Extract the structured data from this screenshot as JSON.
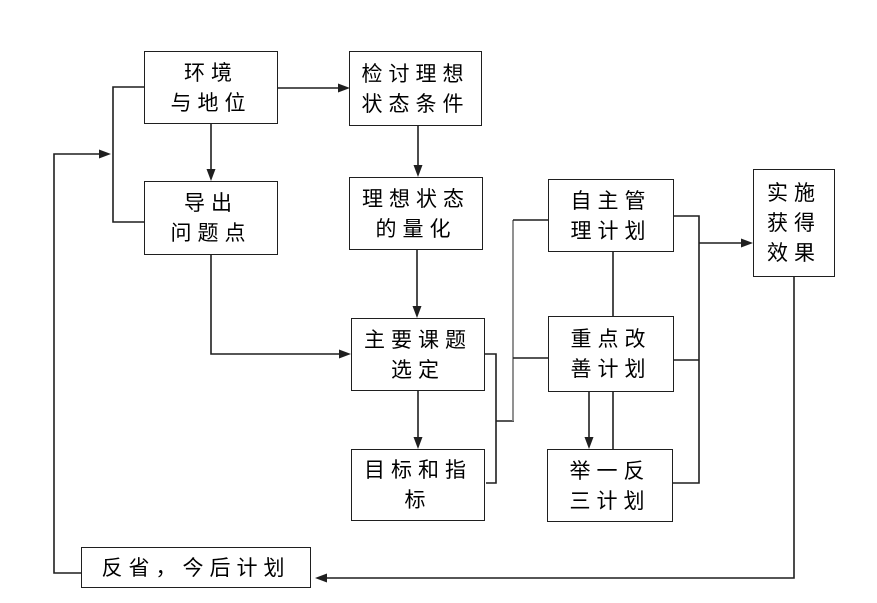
{
  "canvas": {
    "background": "#ffffff",
    "line_color": "#1f1f1f",
    "riser_color": "#858585",
    "text_color": "#000000"
  },
  "boxes": {
    "environment": {
      "label": "环境\n与地位"
    },
    "review_ideal": {
      "label": "检讨理想\n状态条件"
    },
    "derive_problems": {
      "label": "导出\n问题点"
    },
    "quantify_ideal": {
      "label": "理想状态\n的量化"
    },
    "main_topic": {
      "label": "主要课题\n选定"
    },
    "goals_indicators": {
      "label": "目标和指\n标"
    },
    "self_management": {
      "label": "自主管\n理计划"
    },
    "key_improvement": {
      "label": "重点改\n善计划"
    },
    "extrapolation": {
      "label": "举一反\n三计划"
    },
    "implementation": {
      "label": "实施\n获得\n效果"
    },
    "reflection": {
      "label": "反省，今后计划"
    }
  }
}
